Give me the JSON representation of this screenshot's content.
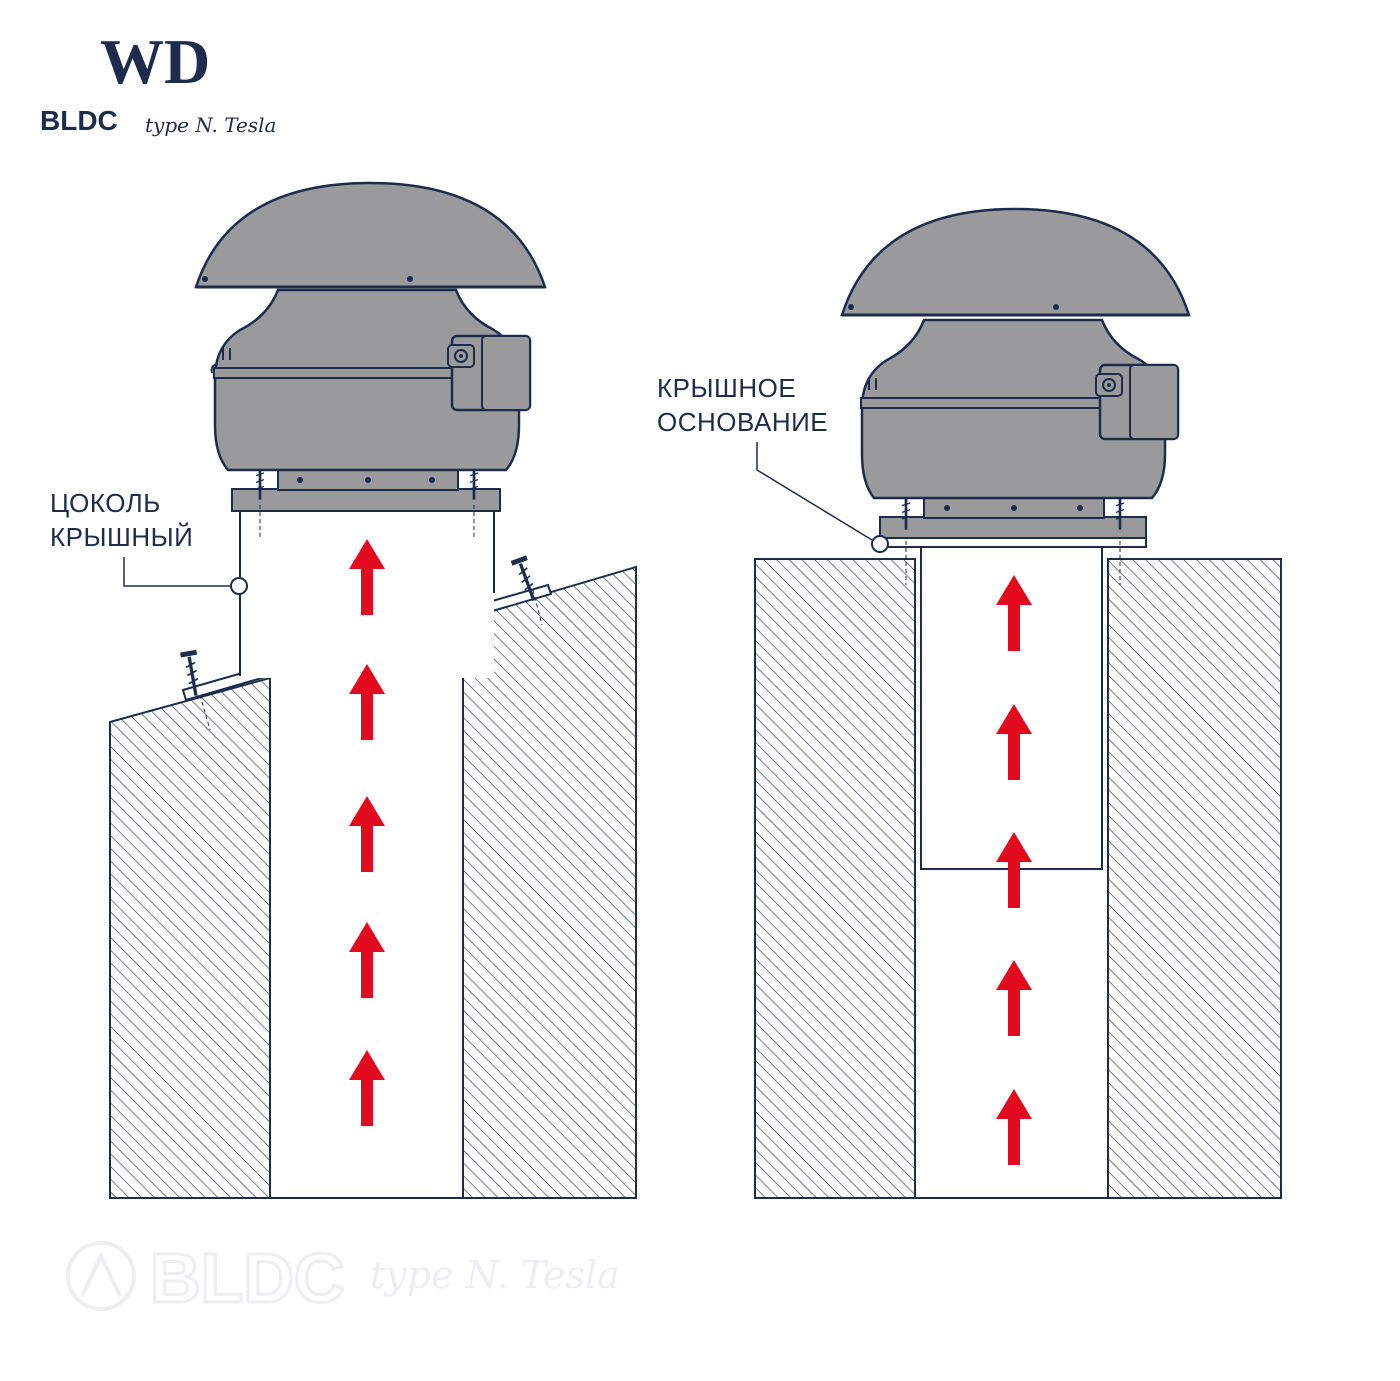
{
  "brand": {
    "logo_letters": "WD",
    "line_main": "BLDC",
    "line_script": "typе N. Tesla"
  },
  "watermark": {
    "main": "BLDC",
    "script": "typе N. Tesla"
  },
  "labels": {
    "left_line1": "ЦОКОЛЬ",
    "left_line2": "КРЫШНЫЙ",
    "right_line1": "КРЫШНОЕ",
    "right_line2": "ОСНОВАНИЕ"
  },
  "colors": {
    "ink": "#1d2b4d",
    "fan_body": "#9a9a9c",
    "arrow": "#e3091f",
    "hatch": "#1d2b4d"
  }
}
